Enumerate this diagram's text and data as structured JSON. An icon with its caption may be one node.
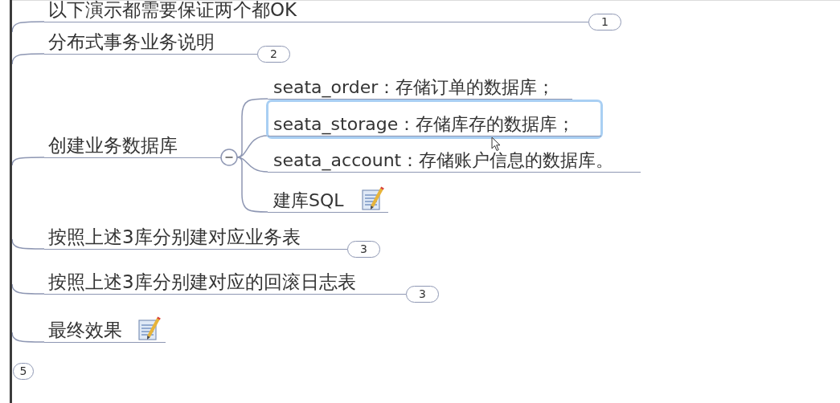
{
  "diagram": {
    "nodes": [
      {
        "text": [
          "以下演示都需要保证两个都OK"
        ],
        "beside": [
          "1"
        ]
      },
      {
        "text": [
          "分布式事务业务说明"
        ],
        "beside": [
          "2"
        ]
      },
      {
        "text": [
          "创建业务数据库"
        ]
      },
      {
        "text": [
          "seata_order：存储订单的数据库；"
        ]
      },
      {
        "text": [
          "seata_storage：存储库存的数据库；"
        ]
      },
      {
        "text": [
          "seata_account：存储账户信息的数据库。"
        ]
      },
      {
        "text": [
          "建库SQL"
        ]
      },
      {
        "text": [
          "按照上述3库分别建对应业务表"
        ],
        "beside": [
          "3"
        ]
      },
      {
        "text": [
          "按照上述3库分别建对应的回滚日志表"
        ],
        "beside": [
          "3"
        ]
      },
      {
        "text": [
          "最终效果"
        ]
      }
    ],
    "edges": [
      {
        "from": null,
        "to": 0,
        "arrow": "none"
      },
      {
        "from": null,
        "to": 1,
        "arrow": "none"
      },
      {
        "from": null,
        "to": 2,
        "arrow": "none"
      },
      {
        "from": 2,
        "to": 3,
        "arrow": "none"
      },
      {
        "from": 2,
        "to": 4,
        "arrow": "none"
      },
      {
        "from": 2,
        "to": 5,
        "arrow": "none"
      },
      {
        "from": 2,
        "to": 6,
        "arrow": "none"
      },
      {
        "from": null,
        "to": 7,
        "arrow": "none"
      },
      {
        "from": null,
        "to": 8,
        "arrow": "none"
      },
      {
        "from": null,
        "to": 9,
        "arrow": "none"
      }
    ],
    "labels": [
      "5"
    ]
  }
}
